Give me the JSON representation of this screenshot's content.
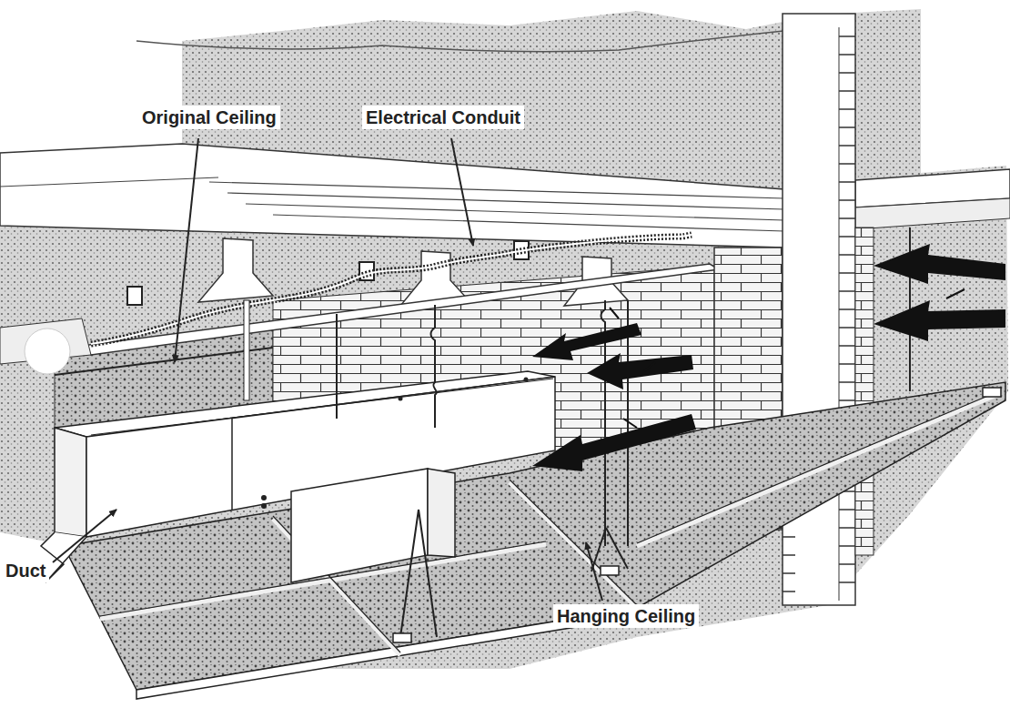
{
  "diagram": {
    "labels": [
      "Original Ceiling",
      "Electrical Conduit",
      "Duct",
      "Hanging Ceiling"
    ]
  }
}
